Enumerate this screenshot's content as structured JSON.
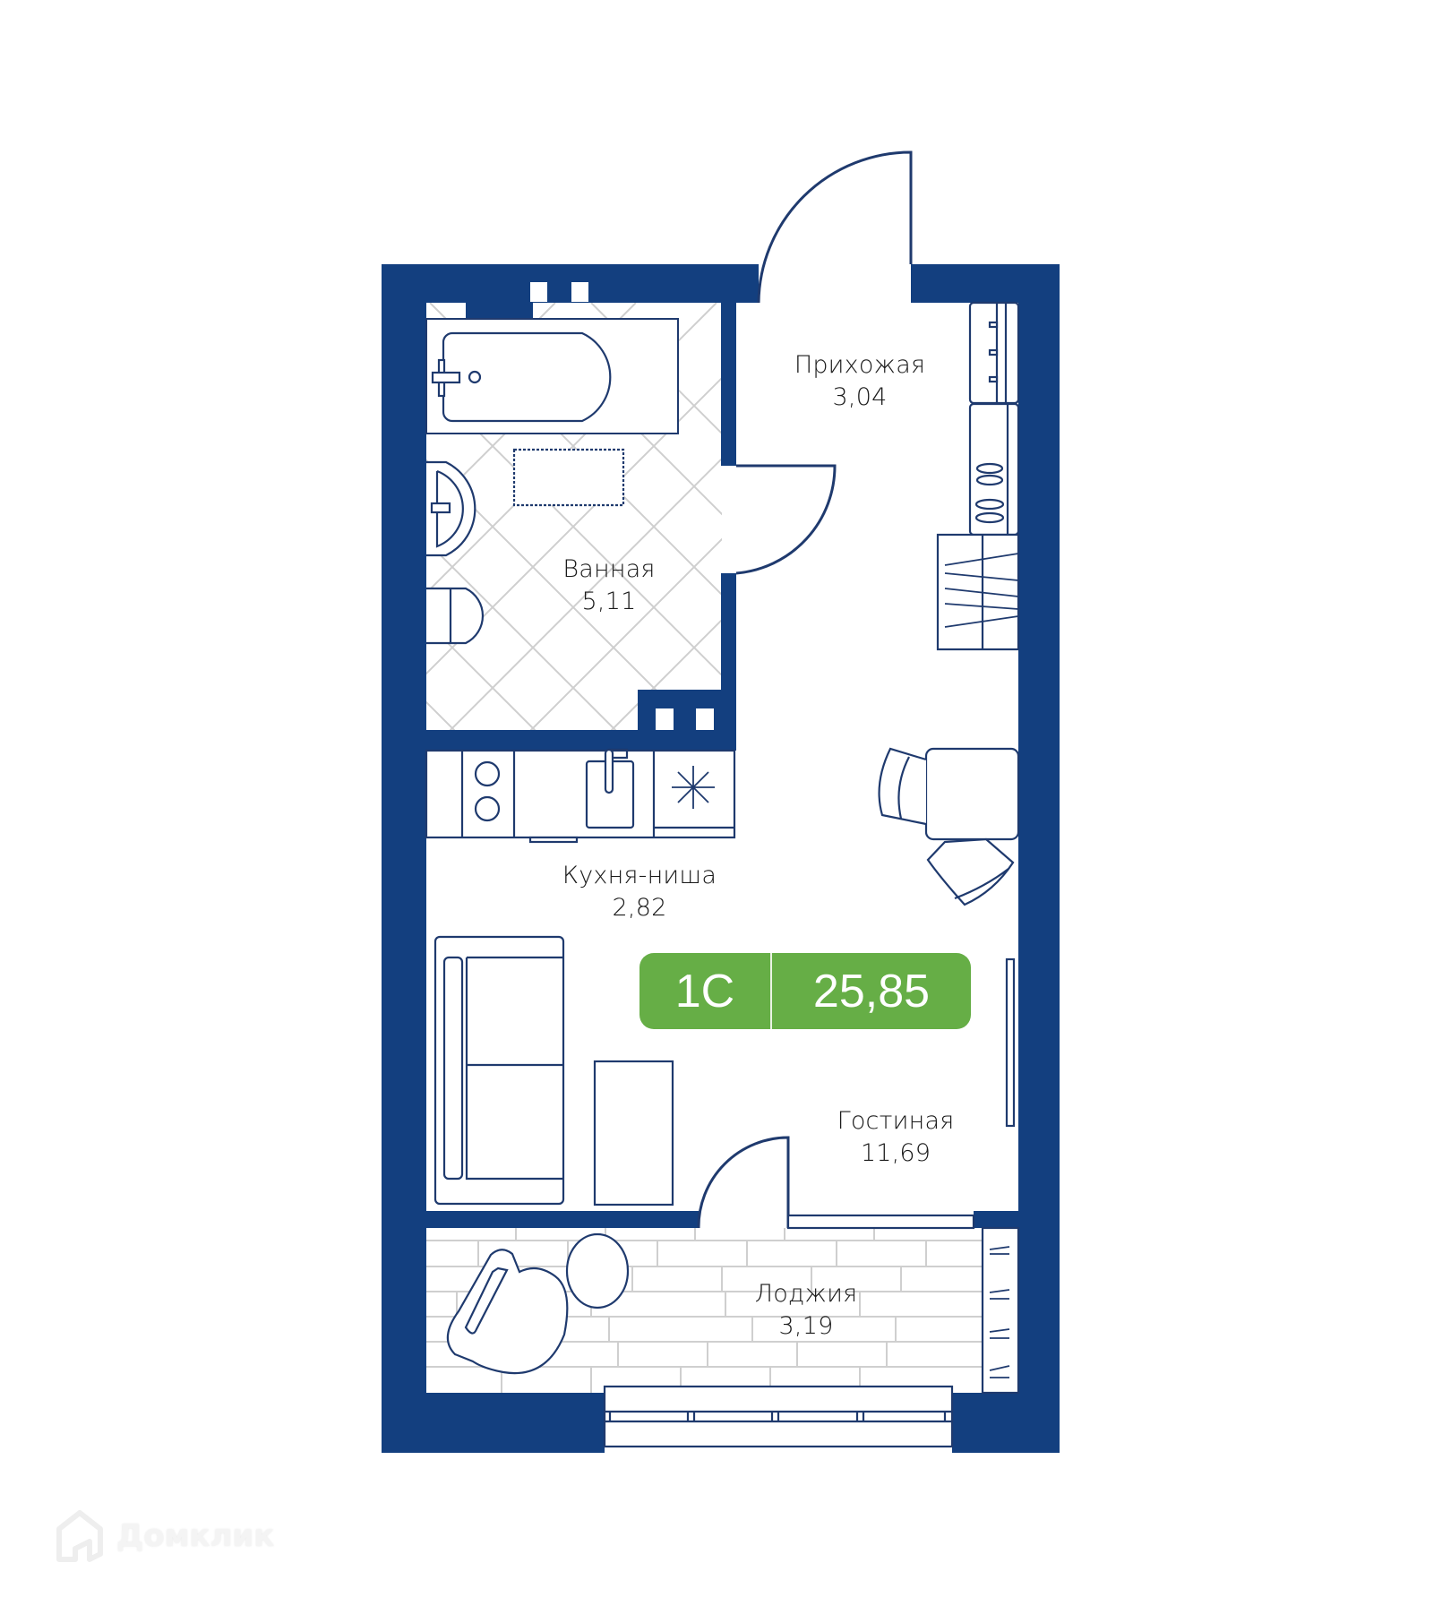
{
  "plan": {
    "type_label": "1С",
    "total_area": "25,85",
    "colors": {
      "wall": "#133f7f",
      "line": "#1f3a6e",
      "tile": "#cfcfcf",
      "badge": "#66ae46",
      "badge_text": "#ffffff"
    },
    "rooms": [
      {
        "name": "Прихожая",
        "area": "3,04"
      },
      {
        "name": "Ванная",
        "area": "5,11"
      },
      {
        "name": "Кухня-ниша",
        "area": "2,82"
      },
      {
        "name": "Гостиная",
        "area": "11,69"
      },
      {
        "name": "Лоджия",
        "area": "3,19"
      }
    ]
  },
  "watermark": {
    "brand": "Домклик",
    "icon": "house-logo-icon"
  }
}
